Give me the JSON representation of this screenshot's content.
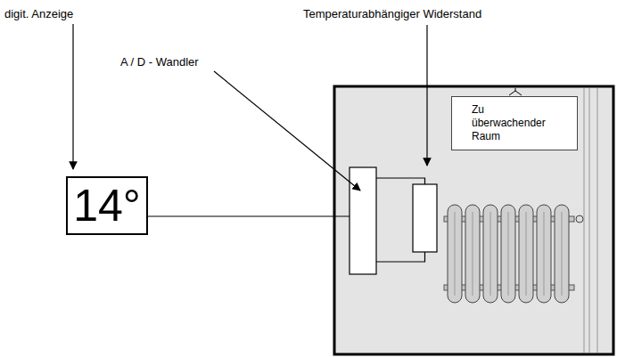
{
  "diagram": {
    "nodes": [
      {
        "text": [
          "14°"
        ]
      },
      {
        "text": [
          "Zu überwachender Raum"
        ]
      }
    ],
    "labels": [
      "digit. Anzeige",
      "A / D - Wandler",
      "Temperaturabhängiger Widerstand"
    ]
  }
}
